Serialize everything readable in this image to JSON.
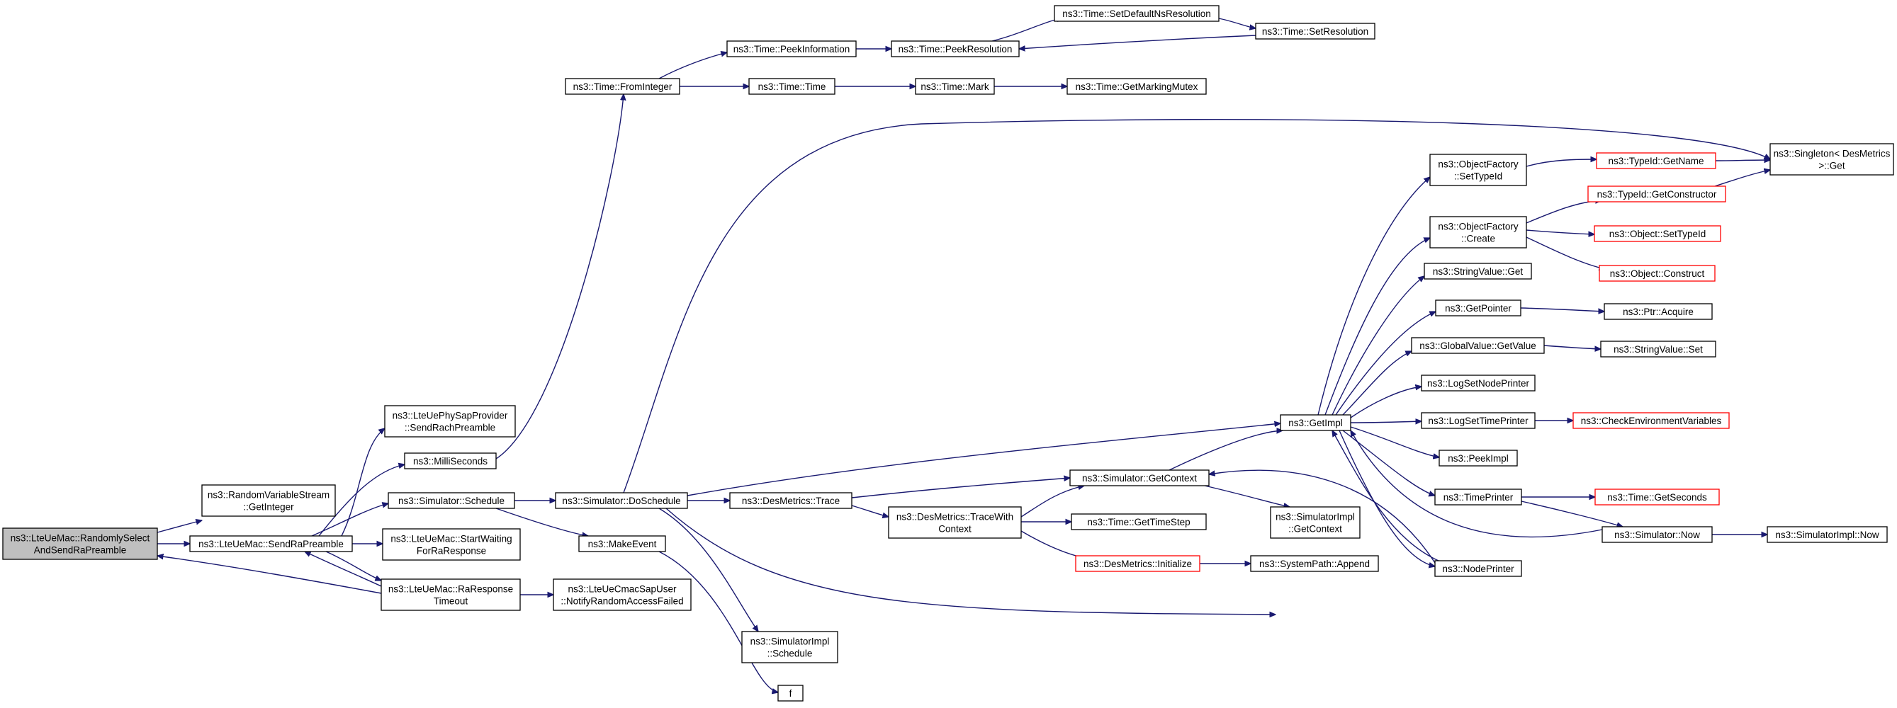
{
  "nodes": [
    {
      "id": "root",
      "lines": [
        "ns3::LteUeMac::RandomlySelect",
        "AndSendRaPreamble"
      ],
      "style": "root"
    },
    {
      "id": "getInteger",
      "lines": [
        "ns3::RandomVariableStream",
        "::GetInteger"
      ]
    },
    {
      "id": "sendRaPreamble",
      "lines": [
        "ns3::LteUeMac::SendRaPreamble"
      ]
    },
    {
      "id": "sendRachPreamble",
      "lines": [
        "ns3::LteUePhySapProvider",
        "::SendRachPreamble"
      ]
    },
    {
      "id": "milliSeconds",
      "lines": [
        "ns3::MilliSeconds"
      ]
    },
    {
      "id": "schedule",
      "lines": [
        "ns3::Simulator::Schedule"
      ]
    },
    {
      "id": "startWaiting",
      "lines": [
        "ns3::LteUeMac::StartWaiting",
        "ForRaResponse"
      ]
    },
    {
      "id": "raTimeout",
      "lines": [
        "ns3::LteUeMac::RaResponse",
        "Timeout"
      ]
    },
    {
      "id": "fromInteger",
      "lines": [
        "ns3::Time::FromInteger"
      ]
    },
    {
      "id": "doSchedule",
      "lines": [
        "ns3::Simulator::DoSchedule"
      ]
    },
    {
      "id": "makeEvent",
      "lines": [
        "ns3::MakeEvent"
      ]
    },
    {
      "id": "notifyRaFailed",
      "lines": [
        "ns3::LteUeCmacSapUser",
        "::NotifyRandomAccessFailed"
      ]
    },
    {
      "id": "peekInformation",
      "lines": [
        "ns3::Time::PeekInformation"
      ]
    },
    {
      "id": "timeTime",
      "lines": [
        "ns3::Time::Time"
      ]
    },
    {
      "id": "desTrace",
      "lines": [
        "ns3::DesMetrics::Trace"
      ]
    },
    {
      "id": "implSchedule",
      "lines": [
        "ns3::SimulatorImpl",
        "::Schedule"
      ]
    },
    {
      "id": "f",
      "lines": [
        "f"
      ]
    },
    {
      "id": "peekResolution",
      "lines": [
        "ns3::Time::PeekResolution"
      ]
    },
    {
      "id": "mark",
      "lines": [
        "ns3::Time::Mark"
      ]
    },
    {
      "id": "traceWithContext",
      "lines": [
        "ns3::DesMetrics::TraceWith",
        "Context"
      ]
    },
    {
      "id": "setDefaultNs",
      "lines": [
        "ns3::Time::SetDefaultNsResolution"
      ]
    },
    {
      "id": "getMarkingMutex",
      "lines": [
        "ns3::Time::GetMarkingMutex"
      ]
    },
    {
      "id": "getContext",
      "lines": [
        "ns3::Simulator::GetContext"
      ]
    },
    {
      "id": "getTimeStep",
      "lines": [
        "ns3::Time::GetTimeStep"
      ]
    },
    {
      "id": "desInit",
      "lines": [
        "ns3::DesMetrics::Initialize"
      ],
      "style": "red"
    },
    {
      "id": "setResolution",
      "lines": [
        "ns3::Time::SetResolution"
      ]
    },
    {
      "id": "getImpl",
      "lines": [
        "ns3::GetImpl"
      ]
    },
    {
      "id": "implGetContext",
      "lines": [
        "ns3::SimulatorImpl",
        "::GetContext"
      ]
    },
    {
      "id": "append",
      "lines": [
        "ns3::SystemPath::Append"
      ]
    },
    {
      "id": "ofSetTypeId",
      "lines": [
        "ns3::ObjectFactory",
        "::SetTypeId"
      ]
    },
    {
      "id": "ofCreate",
      "lines": [
        "ns3::ObjectFactory",
        "::Create"
      ]
    },
    {
      "id": "stringGet",
      "lines": [
        "ns3::StringValue::Get"
      ]
    },
    {
      "id": "getPointer",
      "lines": [
        "ns3::GetPointer"
      ]
    },
    {
      "id": "gvGetValue",
      "lines": [
        "ns3::GlobalValue::GetValue"
      ]
    },
    {
      "id": "logNodePrinter",
      "lines": [
        "ns3::LogSetNodePrinter"
      ]
    },
    {
      "id": "logTimePrinter",
      "lines": [
        "ns3::LogSetTimePrinter"
      ]
    },
    {
      "id": "peekImpl",
      "lines": [
        "ns3::PeekImpl"
      ]
    },
    {
      "id": "timePrinter",
      "lines": [
        "ns3::TimePrinter"
      ]
    },
    {
      "id": "nodePrinter",
      "lines": [
        "ns3::NodePrinter"
      ]
    },
    {
      "id": "typeIdGetName",
      "lines": [
        "ns3::TypeId::GetName"
      ],
      "style": "red"
    },
    {
      "id": "typeIdGetCtor",
      "lines": [
        "ns3::TypeId::GetConstructor"
      ],
      "style": "red"
    },
    {
      "id": "objSetTypeId",
      "lines": [
        "ns3::Object::SetTypeId"
      ],
      "style": "red"
    },
    {
      "id": "objConstruct",
      "lines": [
        "ns3::Object::Construct"
      ],
      "style": "red"
    },
    {
      "id": "ptrAcquire",
      "lines": [
        "ns3::Ptr::Acquire"
      ]
    },
    {
      "id": "stringSet",
      "lines": [
        "ns3::StringValue::Set"
      ]
    },
    {
      "id": "checkEnv",
      "lines": [
        "ns3::CheckEnvironmentVariables"
      ],
      "style": "red"
    },
    {
      "id": "getSeconds",
      "lines": [
        "ns3::Time::GetSeconds"
      ],
      "style": "red"
    },
    {
      "id": "simNow",
      "lines": [
        "ns3::Simulator::Now"
      ]
    },
    {
      "id": "singletonGet",
      "lines": [
        "ns3::Singleton< DesMetrics",
        ">::Get"
      ]
    },
    {
      "id": "implNow",
      "lines": [
        "ns3::SimulatorImpl::Now"
      ]
    }
  ],
  "edges": [
    [
      "root",
      "getInteger"
    ],
    [
      "root",
      "sendRaPreamble"
    ],
    [
      "sendRaPreamble",
      "sendRachPreamble"
    ],
    [
      "sendRaPreamble",
      "milliSeconds"
    ],
    [
      "sendRaPreamble",
      "schedule"
    ],
    [
      "sendRaPreamble",
      "startWaiting"
    ],
    [
      "sendRaPreamble",
      "raTimeout"
    ],
    [
      "raTimeout",
      "sendRaPreamble"
    ],
    [
      "raTimeout",
      "root"
    ],
    [
      "raTimeout",
      "notifyRaFailed"
    ],
    [
      "milliSeconds",
      "fromInteger"
    ],
    [
      "schedule",
      "doSchedule"
    ],
    [
      "schedule",
      "makeEvent"
    ],
    [
      "fromInteger",
      "peekInformation"
    ],
    [
      "fromInteger",
      "timeTime"
    ],
    [
      "peekInformation",
      "peekResolution"
    ],
    [
      "peekResolution",
      "setDefaultNs"
    ],
    [
      "setDefaultNs",
      "setResolution"
    ],
    [
      "setResolution",
      "peekResolution"
    ],
    [
      "timeTime",
      "mark"
    ],
    [
      "mark",
      "getMarkingMutex"
    ],
    [
      "doSchedule",
      "singletonGet"
    ],
    [
      "doSchedule",
      "getImpl"
    ],
    [
      "doSchedule",
      "desTrace"
    ],
    [
      "doSchedule",
      "implSchedule"
    ],
    [
      "doSchedule",
      "simNow"
    ],
    [
      "makeEvent",
      "f"
    ],
    [
      "desTrace",
      "getContext"
    ],
    [
      "desTrace",
      "traceWithContext"
    ],
    [
      "traceWithContext",
      "getContext"
    ],
    [
      "traceWithContext",
      "getTimeStep"
    ],
    [
      "traceWithContext",
      "desInit"
    ],
    [
      "desInit",
      "append"
    ],
    [
      "getContext",
      "getImpl"
    ],
    [
      "getContext",
      "implGetContext"
    ],
    [
      "getImpl",
      "ofSetTypeId"
    ],
    [
      "getImpl",
      "ofCreate"
    ],
    [
      "getImpl",
      "stringGet"
    ],
    [
      "getImpl",
      "getPointer"
    ],
    [
      "getImpl",
      "gvGetValue"
    ],
    [
      "getImpl",
      "logNodePrinter"
    ],
    [
      "getImpl",
      "logTimePrinter"
    ],
    [
      "getImpl",
      "peekImpl"
    ],
    [
      "getImpl",
      "timePrinter"
    ],
    [
      "getImpl",
      "nodePrinter"
    ],
    [
      "ofSetTypeId",
      "typeIdGetName"
    ],
    [
      "ofCreate",
      "typeIdGetCtor"
    ],
    [
      "ofCreate",
      "objSetTypeId"
    ],
    [
      "ofCreate",
      "objConstruct"
    ],
    [
      "typeIdGetName",
      "singletonGet"
    ],
    [
      "typeIdGetCtor",
      "singletonGet"
    ],
    [
      "getPointer",
      "ptrAcquire"
    ],
    [
      "gvGetValue",
      "stringSet"
    ],
    [
      "logTimePrinter",
      "checkEnv"
    ],
    [
      "timePrinter",
      "getSeconds"
    ],
    [
      "timePrinter",
      "simNow"
    ],
    [
      "nodePrinter",
      "getContext"
    ],
    [
      "nodePrinter",
      "getImpl"
    ],
    [
      "simNow",
      "getImpl"
    ],
    [
      "simNow",
      "implNow"
    ]
  ]
}
